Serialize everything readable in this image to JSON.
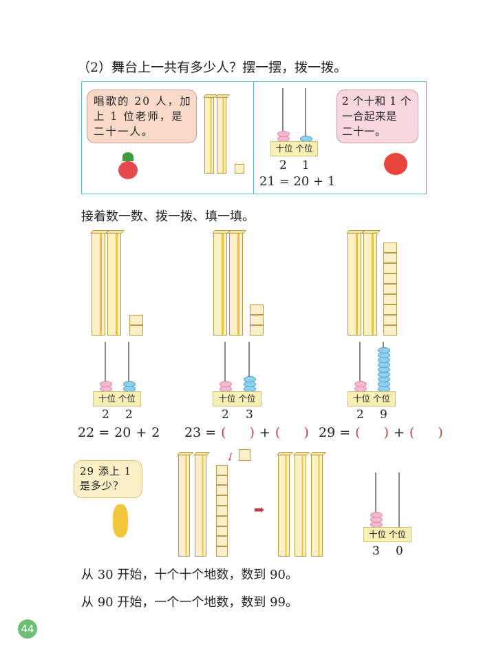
{
  "part2": {
    "title": "（2）舞台上一共有多少人？摆一摆，拨一拨。",
    "left_bubble": [
      "唱歌的 20 人，加",
      "上 1 位老师，是",
      "二十一人。"
    ],
    "right_bubble": [
      "2 个十和 1 个",
      "一合起来是",
      "二十一。"
    ],
    "rods": {
      "tens": 2,
      "ones": 1
    },
    "abacus": {
      "tens_label": "十位",
      "ones_label": "个位",
      "tens": "2",
      "ones": "1"
    },
    "equation": "21 = 20 + 1"
  },
  "instruction": "接着数一数、拨一拨、填一填。",
  "groups": [
    {
      "tens": 2,
      "ones": 2,
      "digit_tens": "2",
      "digit_ones": "2",
      "eq": [
        "22 =",
        "20",
        "+",
        "2"
      ],
      "filled": true
    },
    {
      "tens": 2,
      "ones": 3,
      "digit_tens": "2",
      "digit_ones": "3",
      "eq": [
        "23 =",
        "(",
        ")",
        "+",
        "(",
        ")"
      ],
      "filled": false
    },
    {
      "tens": 2,
      "ones": 9,
      "digit_tens": "2",
      "digit_ones": "9",
      "eq": [
        "29 =",
        "(",
        ")",
        "+",
        "(",
        ")"
      ],
      "filled": false
    }
  ],
  "bottom": {
    "bubble": [
      "29 添上 1",
      "是多少？"
    ],
    "before": {
      "tens": 2,
      "ones": 9
    },
    "after": {
      "tens": 3,
      "ones": 0
    },
    "abacus": {
      "tens": 3,
      "ones": 0,
      "digit_tens": "3",
      "digit_ones": "0"
    }
  },
  "counting": [
    "从 30 开始，十个十个地数，数到 90。",
    "从 90 开始，一个一个地数，数到 99。"
  ],
  "page_number": "44",
  "colors": {
    "frame": "#5bb8c8",
    "tens_bead": "#f4b8d0",
    "ones_bead": "#8fd0ee",
    "page_badge": "#6cbf73",
    "blank_paren": "#c0404a"
  }
}
